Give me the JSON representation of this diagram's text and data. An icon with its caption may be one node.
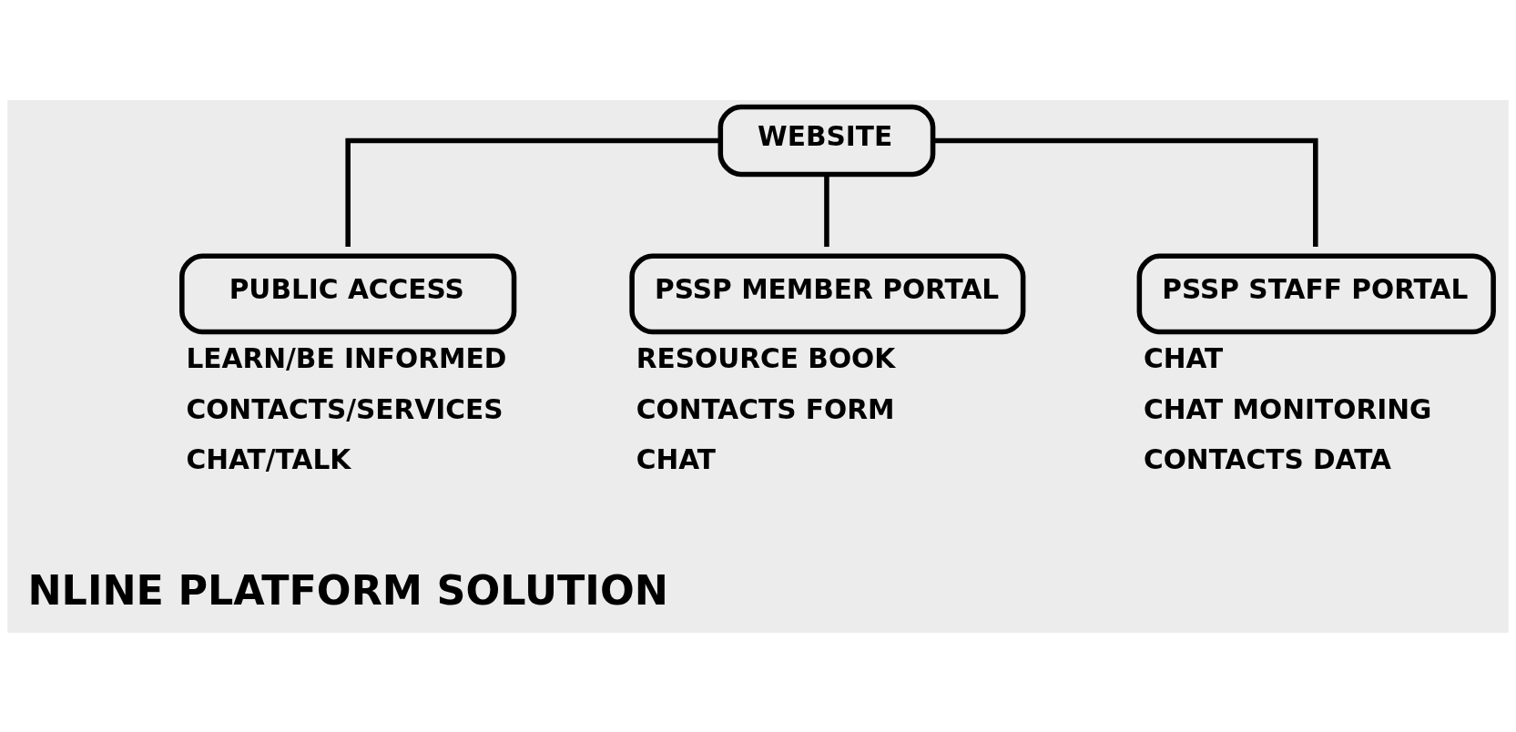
{
  "diagram": {
    "nodes": [
      {
        "text": [
          "WEBSITE"
        ]
      },
      {
        "text": [
          "PUBLIC ACCESS"
        ],
        "beside": [
          "LEARN/BE INFORMED",
          "CONTACTS/SERVICES",
          "CHAT/TALK"
        ]
      },
      {
        "text": [
          "PSSP MEMBER PORTAL"
        ],
        "beside": [
          "RESOURCE BOOK",
          "CONTACTS FORM",
          "CHAT"
        ]
      },
      {
        "text": [
          "PSSP STAFF PORTAL"
        ],
        "beside": [
          "CHAT",
          "CHAT MONITORING",
          "CONTACTS DATA"
        ]
      }
    ],
    "edges": [
      {
        "from": 0,
        "to": 1,
        "arrow": "none"
      },
      {
        "from": 0,
        "to": 2,
        "arrow": "none"
      },
      {
        "from": 0,
        "to": 3,
        "arrow": "none"
      }
    ],
    "labels": [
      "NLINE PLATFORM SOLUTION"
    ]
  }
}
